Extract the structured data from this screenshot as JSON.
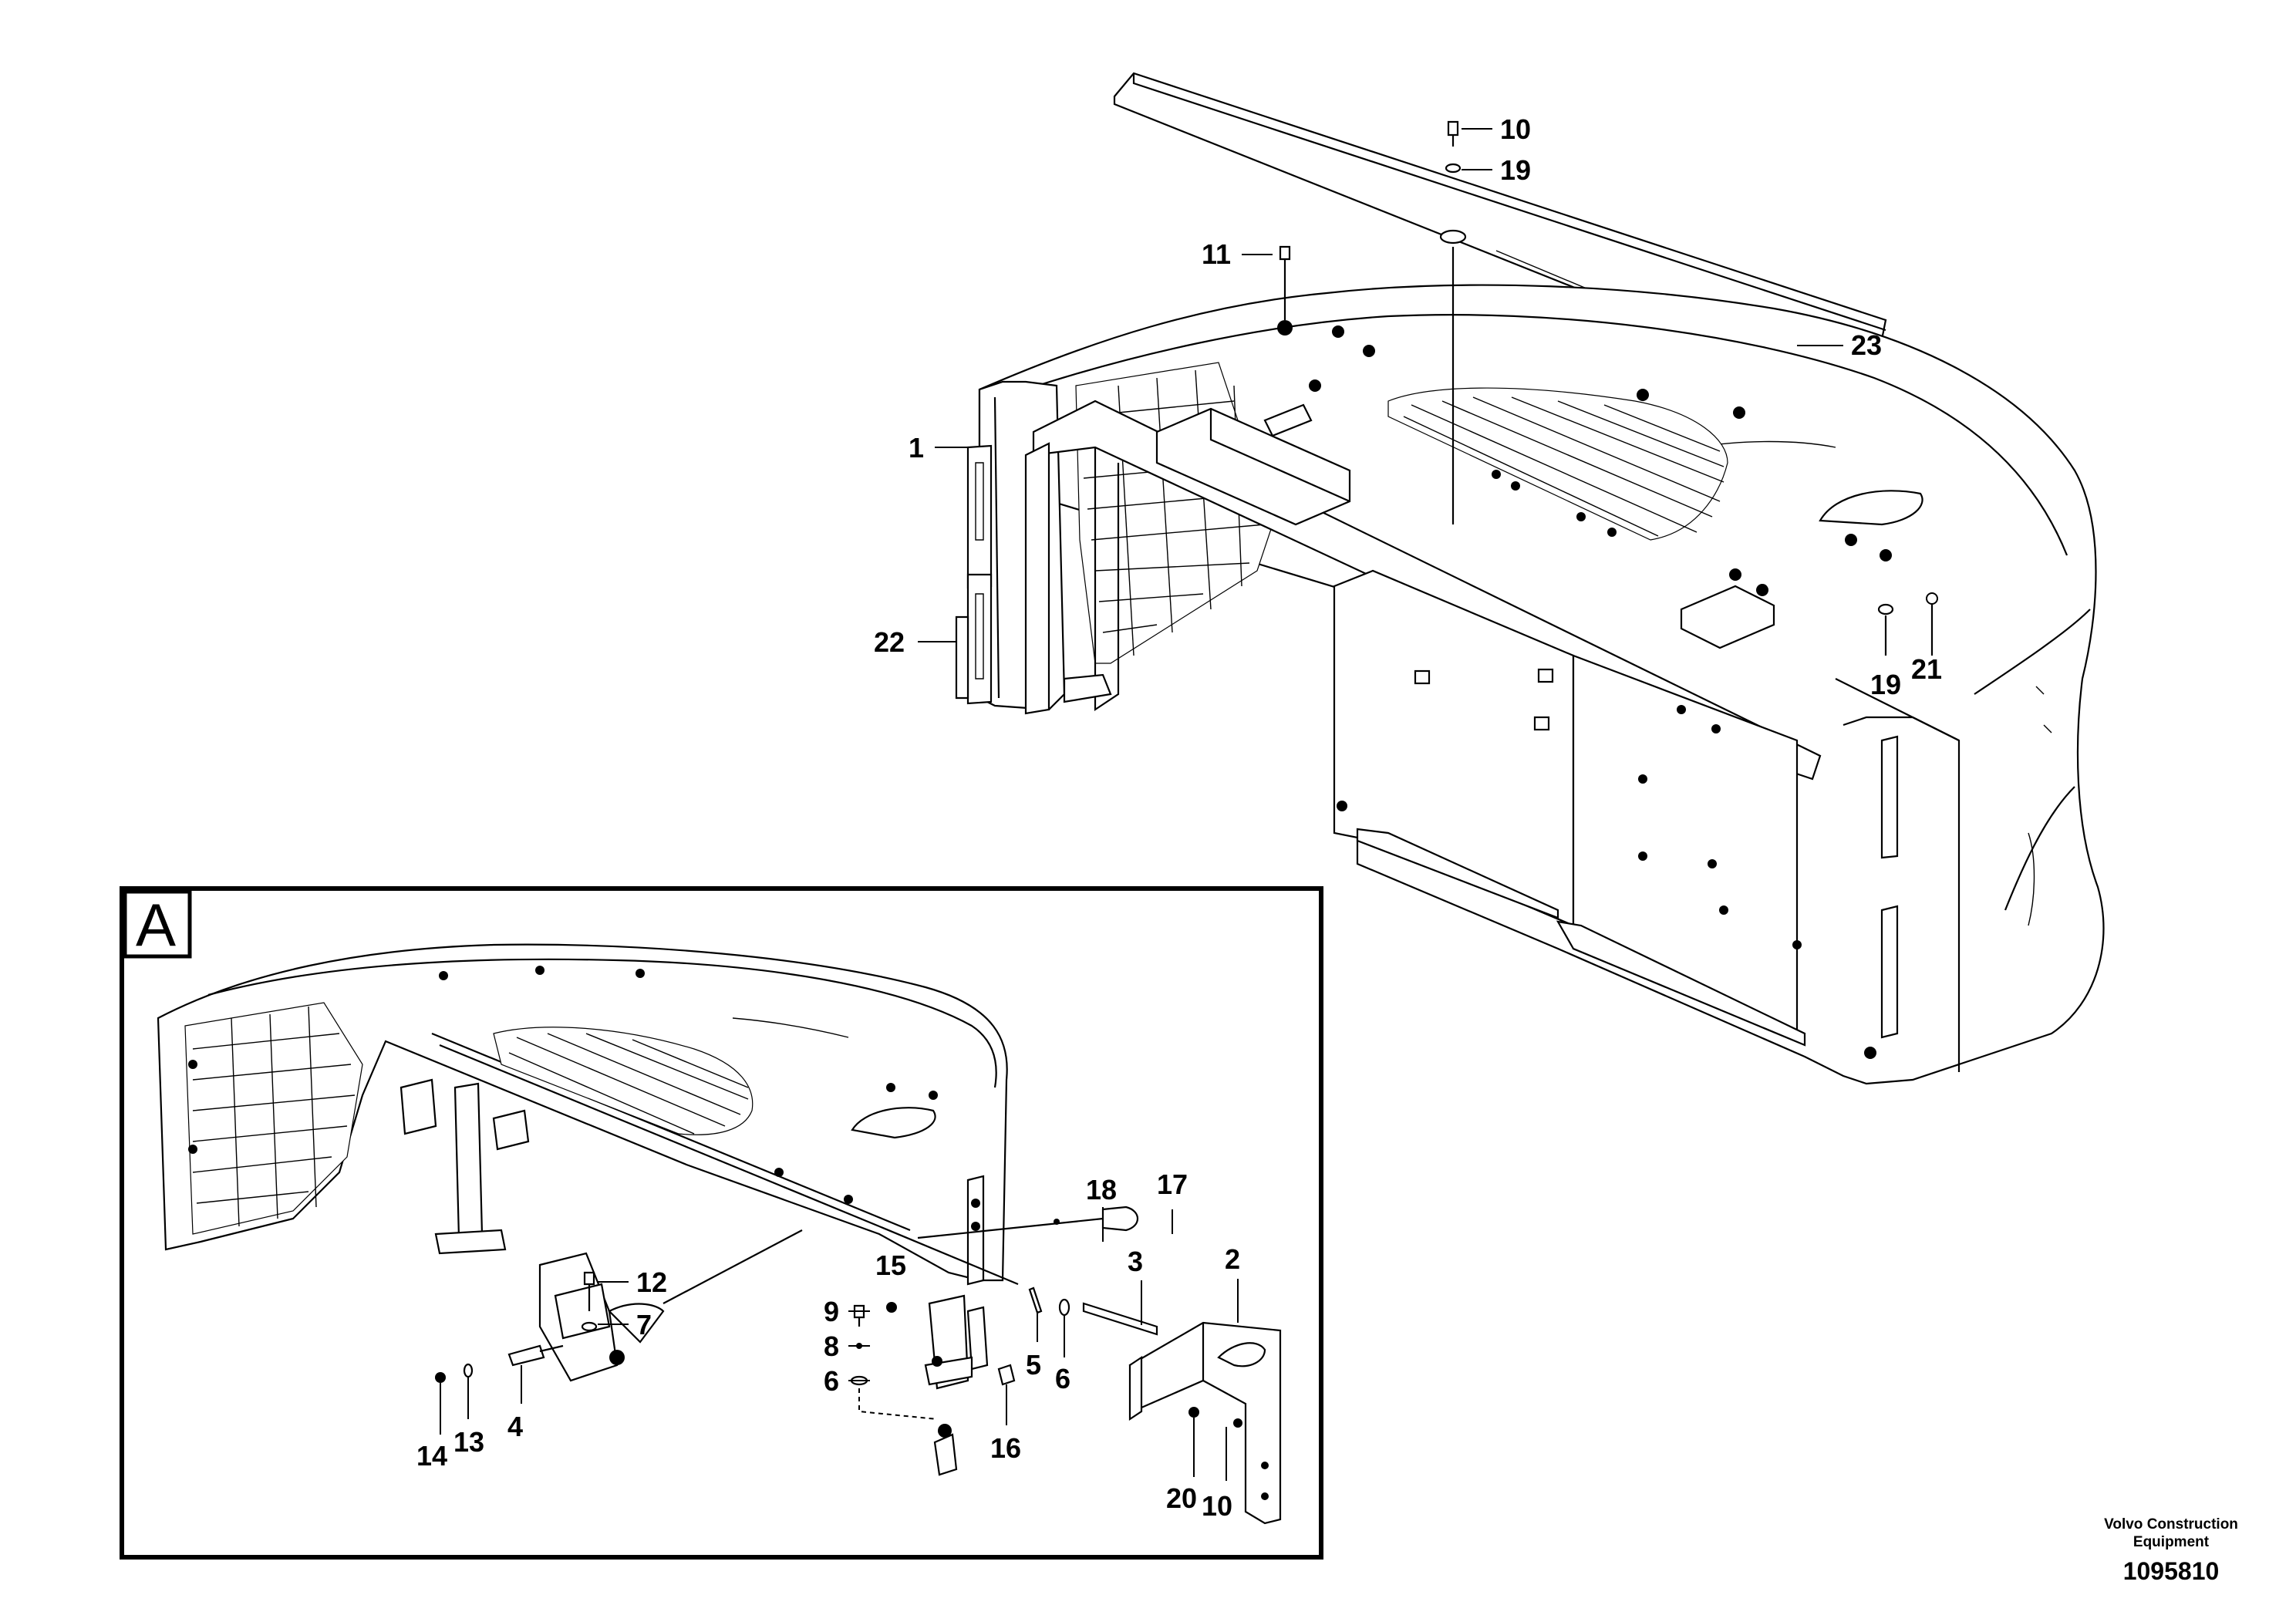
{
  "inset": {
    "label": "A"
  },
  "callouts": {
    "c10_top": "10",
    "c19_top": "19",
    "c11": "11",
    "c23": "23",
    "c1": "1",
    "c22": "22",
    "c19_right": "19",
    "c21": "21",
    "c12": "12",
    "c7": "7",
    "c18": "18",
    "c17": "17",
    "c15": "15",
    "c9": "9",
    "c8": "8",
    "c6_left": "6",
    "c5": "5",
    "c6_right": "6",
    "c3": "3",
    "c2": "2",
    "c16": "16",
    "c4": "4",
    "c14": "14",
    "c13": "13",
    "c20": "20",
    "c10_bottom": "10"
  },
  "footer": {
    "brand_line1": "Volvo Construction",
    "brand_line2": "Equipment",
    "drawing_number": "1095810"
  }
}
